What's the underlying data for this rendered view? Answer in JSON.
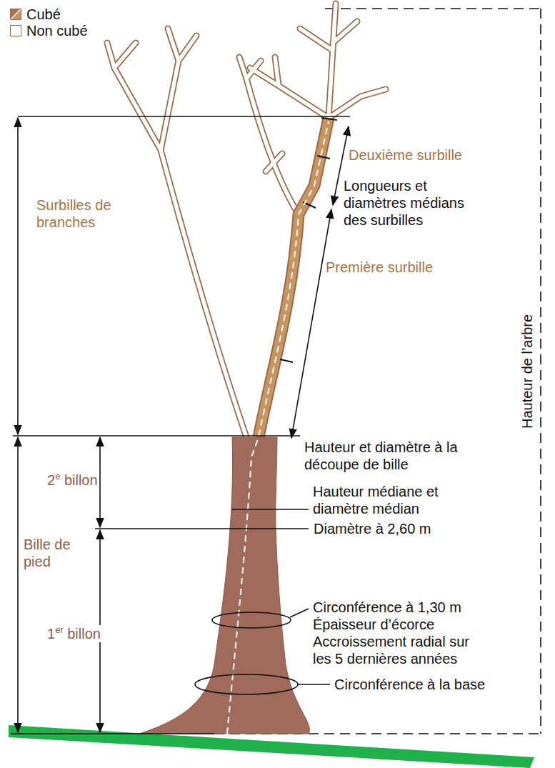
{
  "diagram": {
    "labels": [
      "Deuxième surbille",
      "Surbilles de branches",
      "Longueurs et diamètres médians des surbilles",
      "Première surbille",
      "Hauteur et diamètre à la découpe de bille",
      "Hauteur de l’arbre",
      "Hauteur médiane et diamètre médian",
      "2e billon",
      "Bille de pied",
      "Diamètre à 2,60 m",
      "1er billon",
      "Circonférence à 1,30 m",
      "Épaisseur d’écorce",
      "Accroissement radial sur les 5 dernières années",
      "Circonférence à la base"
    ],
    "legend": [
      {
        "text": "Cubé",
        "color": "#a8705a"
      },
      {
        "text": "Non cubé",
        "color": "#ffffff"
      }
    ]
  }
}
